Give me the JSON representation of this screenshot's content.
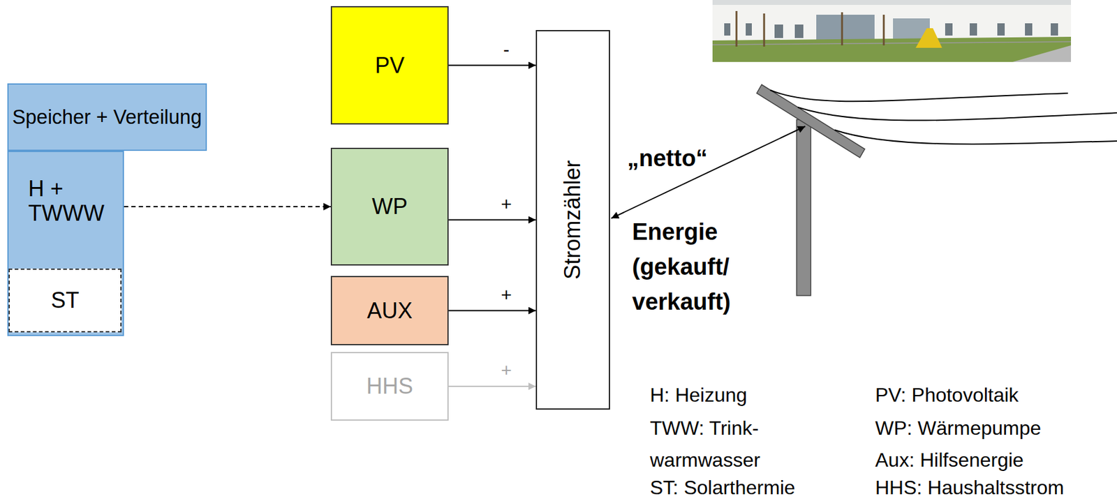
{
  "diagram": {
    "nodes": [
      {
        "text": [
          "Speicher + Verteilung"
        ]
      },
      {
        "text": [
          "H + TWWW"
        ]
      },
      {
        "text": [
          "ST"
        ],
        "in": 1
      },
      {
        "text": [
          "PV"
        ]
      },
      {
        "text": [
          "WP"
        ]
      },
      {
        "text": [
          "AUX"
        ]
      },
      {
        "text": [
          "HHS"
        ]
      },
      {
        "text": [
          "Stromzähler"
        ]
      }
    ],
    "edges": [
      {
        "from": 1,
        "to": 4,
        "arrow": "to"
      },
      {
        "from": 3,
        "to": 7,
        "arrow": "to",
        "label": "-"
      },
      {
        "from": 4,
        "to": 7,
        "arrow": "to",
        "label": "+"
      },
      {
        "from": 5,
        "to": 7,
        "arrow": "to",
        "label": "+"
      },
      {
        "from": 6,
        "to": 7,
        "arrow": "to",
        "label": "+"
      }
    ],
    "labels": [
      "„netto“",
      "Energie (gekauft/ verkauft)",
      "H: Heizung",
      "TWW: Trink- warmwasser",
      "ST: Solarthermie",
      "PV: Photovoltaik",
      "WP: Wärmepumpe",
      "Aux: Hilfsenergie",
      "HHS: Haushaltsstrom"
    ]
  }
}
